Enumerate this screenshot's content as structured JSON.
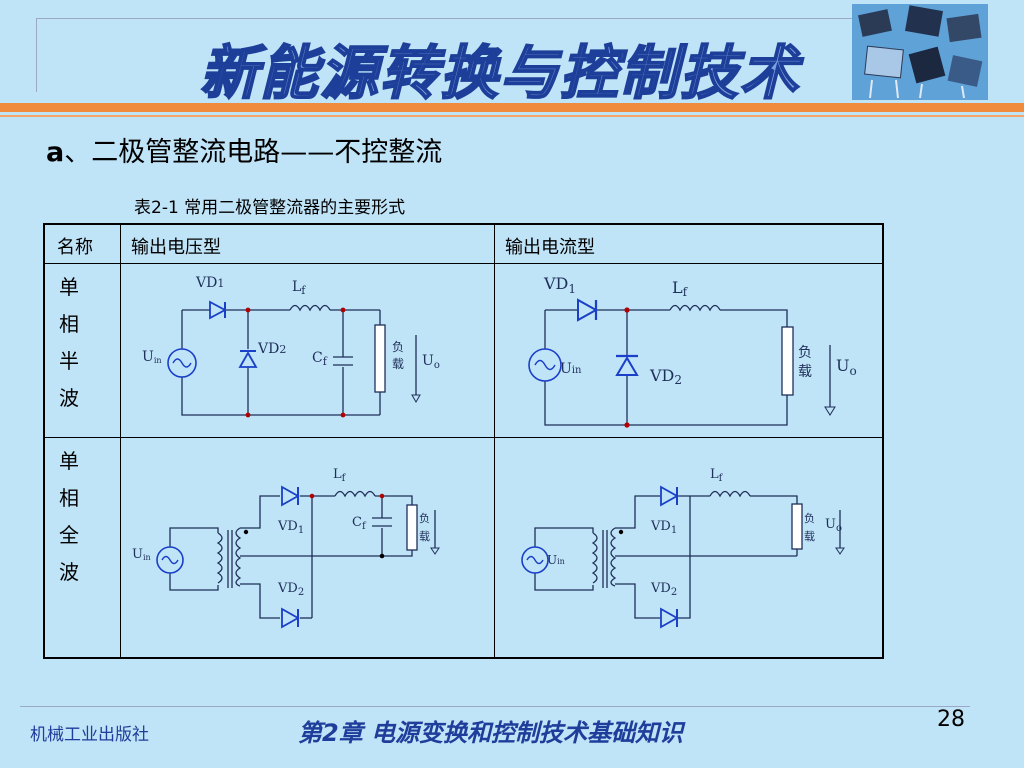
{
  "slide": {
    "title": "新能源转换与控制技术",
    "subtitle_prefix": "a",
    "subtitle_text": "、二极管整流电路——不控整流",
    "caption": "表2-1  常用二极管整流器的主要形式"
  },
  "table": {
    "headers": [
      "名称",
      "输出电压型",
      "输出电流型"
    ],
    "rows": [
      {
        "label_chars": [
          "单",
          "相",
          "半",
          "波"
        ]
      },
      {
        "label_chars": [
          "单",
          "相",
          "全",
          "波"
        ]
      }
    ]
  },
  "circuit_labels": {
    "vd1": "VD",
    "vd1_sub": "1",
    "vd2": "VD",
    "vd2_sub": "2",
    "lf": "L",
    "lf_sub": "f",
    "cf": "C",
    "cf_sub": "f",
    "load1": "负",
    "load2": "载",
    "uo": "U",
    "uo_sub": "o",
    "uin": "U",
    "uin_sub": "in"
  },
  "footer": {
    "publisher": "机械工业出版社",
    "chapter": "第2章  电源变换和控制技术基础知识",
    "page": "28"
  },
  "colors": {
    "background": "#bfe3f7",
    "accent_orange": "#f08a3c",
    "title_blue": "#1d3f99",
    "diode_blue": "#1a3fc8",
    "wire": "#1f2f5a",
    "node": "#b00000"
  }
}
